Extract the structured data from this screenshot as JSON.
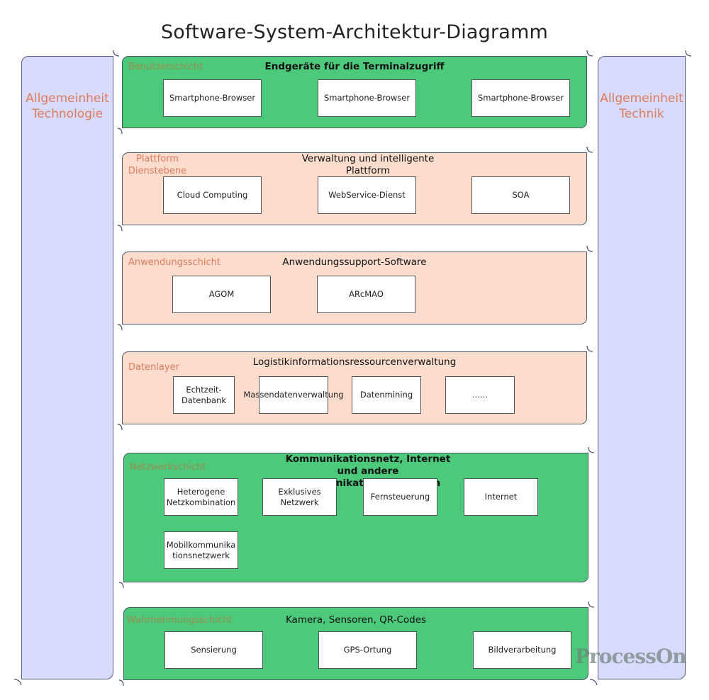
{
  "title": "Software-System-Architektur-Diagramm",
  "side_columns": {
    "left": {
      "line1": "Allgemeinheit",
      "line2": "Technologie"
    },
    "right": {
      "line1": "Allgemeinheit",
      "line2": "Technik"
    }
  },
  "colors": {
    "green_layer": "#4cc97a",
    "peach_layer": "#fcdccc",
    "side_column": "#d9dbfd",
    "label_orange": "#dc7b5e"
  },
  "layers": [
    {
      "label": "Benutzerschicht",
      "heading": "Endgeräte für die Terminalzugriff",
      "items": [
        "Smartphone-Browser",
        "Smartphone-Browser",
        "Smartphone-Browser"
      ]
    },
    {
      "label": "Plattform Dienstebene",
      "heading": "Verwaltung und intelligente Plattform",
      "items": [
        "Cloud Computing",
        "WebService-Dienst",
        "SOA"
      ]
    },
    {
      "label": "Anwendungsschicht",
      "heading": "Anwendungssupport-Software",
      "items": [
        "AGOM",
        "ARcMAO"
      ]
    },
    {
      "label": "Datenlayer",
      "heading": "Logistikinformationsressourcenverwaltung",
      "items": [
        "Echtzeit-Datenbank",
        "Massendatenverwaltung",
        "Datenmining",
        "......"
      ]
    },
    {
      "label": "Netzwerkschicht",
      "heading": "Kommunikationsnetz, Internet und andere Kommunikationsmethoden",
      "items": [
        "Heterogene Netzkombination",
        "Exklusives Netzwerk",
        "Fernsteuerung",
        "Internet",
        "Mobilkommunikationsnetzwerk"
      ]
    },
    {
      "label": "Wahrnehmungsschicht",
      "heading": "Kamera, Sensoren, QR-Codes",
      "items": [
        "Sensierung",
        "GPS-Ortung",
        "Bildverarbeitung"
      ]
    }
  ],
  "watermark": "ProcessOn"
}
